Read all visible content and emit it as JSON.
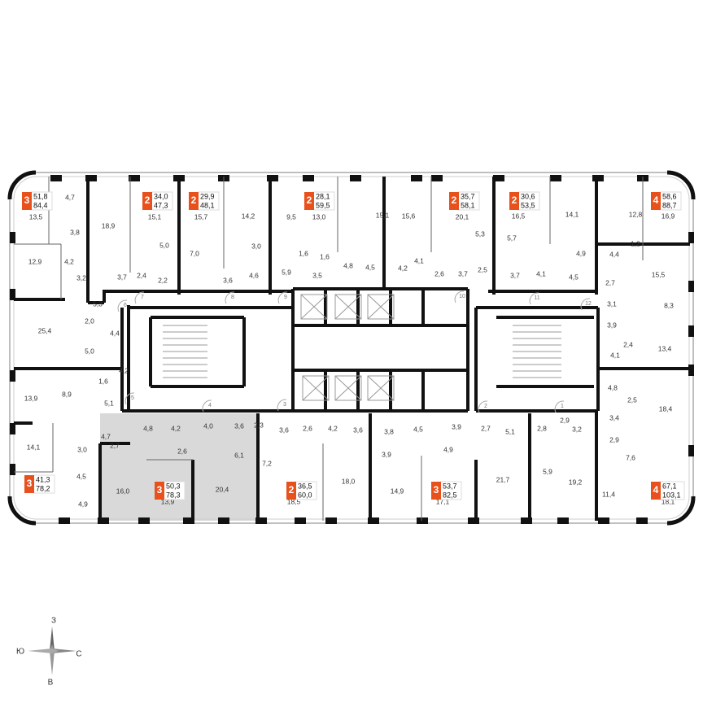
{
  "colors": {
    "badge": "#e8511c",
    "highlight": "#d9d9d9",
    "wall": "#111111"
  },
  "apartments": [
    {
      "rooms": "3",
      "living": "51,8",
      "total": "84,4"
    },
    {
      "rooms": "2",
      "living": "34,0",
      "total": "47,3"
    },
    {
      "rooms": "2",
      "living": "29,9",
      "total": "48,1"
    },
    {
      "rooms": "2",
      "living": "28,1",
      "total": "59,5"
    },
    {
      "rooms": "2",
      "living": "35,7",
      "total": "58,1"
    },
    {
      "rooms": "2",
      "living": "30,6",
      "total": "53,5"
    },
    {
      "rooms": "4",
      "living": "58,6",
      "total": "88,7"
    },
    {
      "rooms": "3",
      "living": "41,3",
      "total": "78,2"
    },
    {
      "rooms": "3",
      "living": "50,3",
      "total": "78,3",
      "highlighted": true
    },
    {
      "rooms": "2",
      "living": "36,5",
      "total": "60,0"
    },
    {
      "rooms": "3",
      "living": "53,7",
      "total": "82,5"
    },
    {
      "rooms": "4",
      "living": "67,1",
      "total": "103,1"
    }
  ],
  "room_areas": [
    "4,7",
    "13,5",
    "18,9",
    "15,1",
    "15,7",
    "14,2",
    "9,5",
    "13,0",
    "15,1",
    "15,6",
    "20,1",
    "16,5",
    "14,1",
    "12,8",
    "16,9",
    "3,8",
    "5,0",
    "7,0",
    "3,0",
    "5,3",
    "5,7",
    "1,2",
    "15,5",
    "4,9",
    "4,4",
    "12,9",
    "4,2",
    "3,2",
    "3,7",
    "2,4",
    "2,2",
    "3,6",
    "4,6",
    "5,9",
    "1,6",
    "1,6",
    "3,5",
    "4,8",
    "4,5",
    "4,2",
    "4,1",
    "2,6",
    "3,7",
    "2,5",
    "3,7",
    "4,1",
    "4,5",
    "2,7",
    "3,1",
    "8,3",
    "3,9",
    "2,4",
    "13,4",
    "4,1",
    "5,3",
    "2,0",
    "4,4",
    "25,4",
    "5,0",
    "4,2",
    "1,6",
    "13,9",
    "8,9",
    "5,1",
    "4,7",
    "4,8",
    "4,2",
    "4,0",
    "3,6",
    "2,7",
    "2,6",
    "3,0",
    "6,1",
    "7,2",
    "2,3",
    "3,6",
    "2,6",
    "4,2",
    "3,6",
    "14,1",
    "4,5",
    "4,9",
    "16,0",
    "13,9",
    "20,4",
    "18,5",
    "18,0",
    "3,8",
    "4,5",
    "3,9",
    "2,7",
    "5,1",
    "2,8",
    "2,9",
    "3,2",
    "3,4",
    "2,5",
    "4,8",
    "18,4",
    "2,9",
    "7,6",
    "3,9",
    "4,9",
    "21,7",
    "5,9",
    "19,2",
    "14,9",
    "17,1",
    "11,4",
    "18,1"
  ],
  "door_numbers": [
    "7",
    "8",
    "9",
    "6",
    "10",
    "11",
    "12",
    "5",
    "4",
    "3",
    "2",
    "1"
  ],
  "compass": {
    "north": "З",
    "west": "Ю",
    "east": "С",
    "south": "В"
  }
}
